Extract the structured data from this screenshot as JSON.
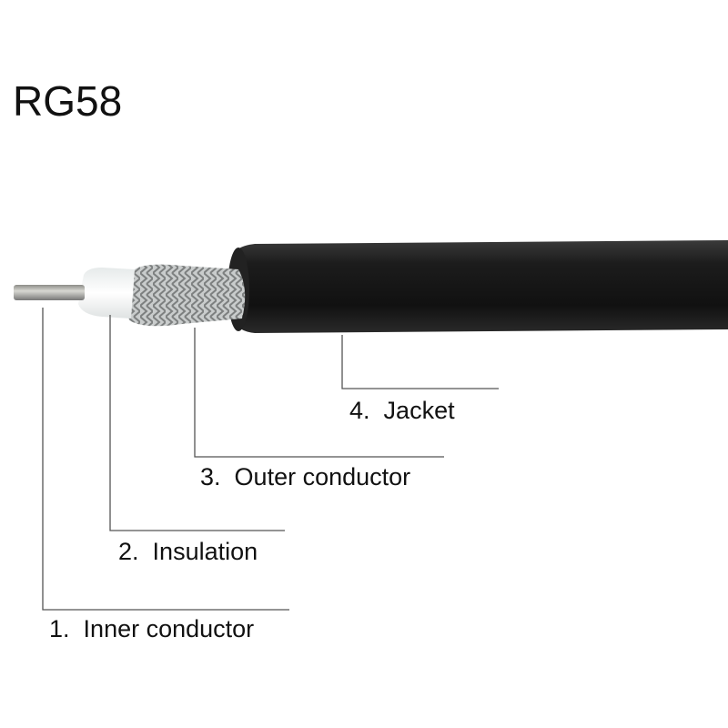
{
  "title": "RG58",
  "labels": [
    {
      "num": "1.",
      "text": "Inner conductor"
    },
    {
      "num": "2.",
      "text": "Insulation"
    },
    {
      "num": "3.",
      "text": "Outer conductor"
    },
    {
      "num": "4.",
      "text": "Jacket"
    }
  ],
  "colors": {
    "jacket": "#1a1a1a",
    "braid": "#b9bcbc",
    "insulation": "#f2f4f4",
    "conductor": "#a9a9a6",
    "lines": "#555555"
  }
}
